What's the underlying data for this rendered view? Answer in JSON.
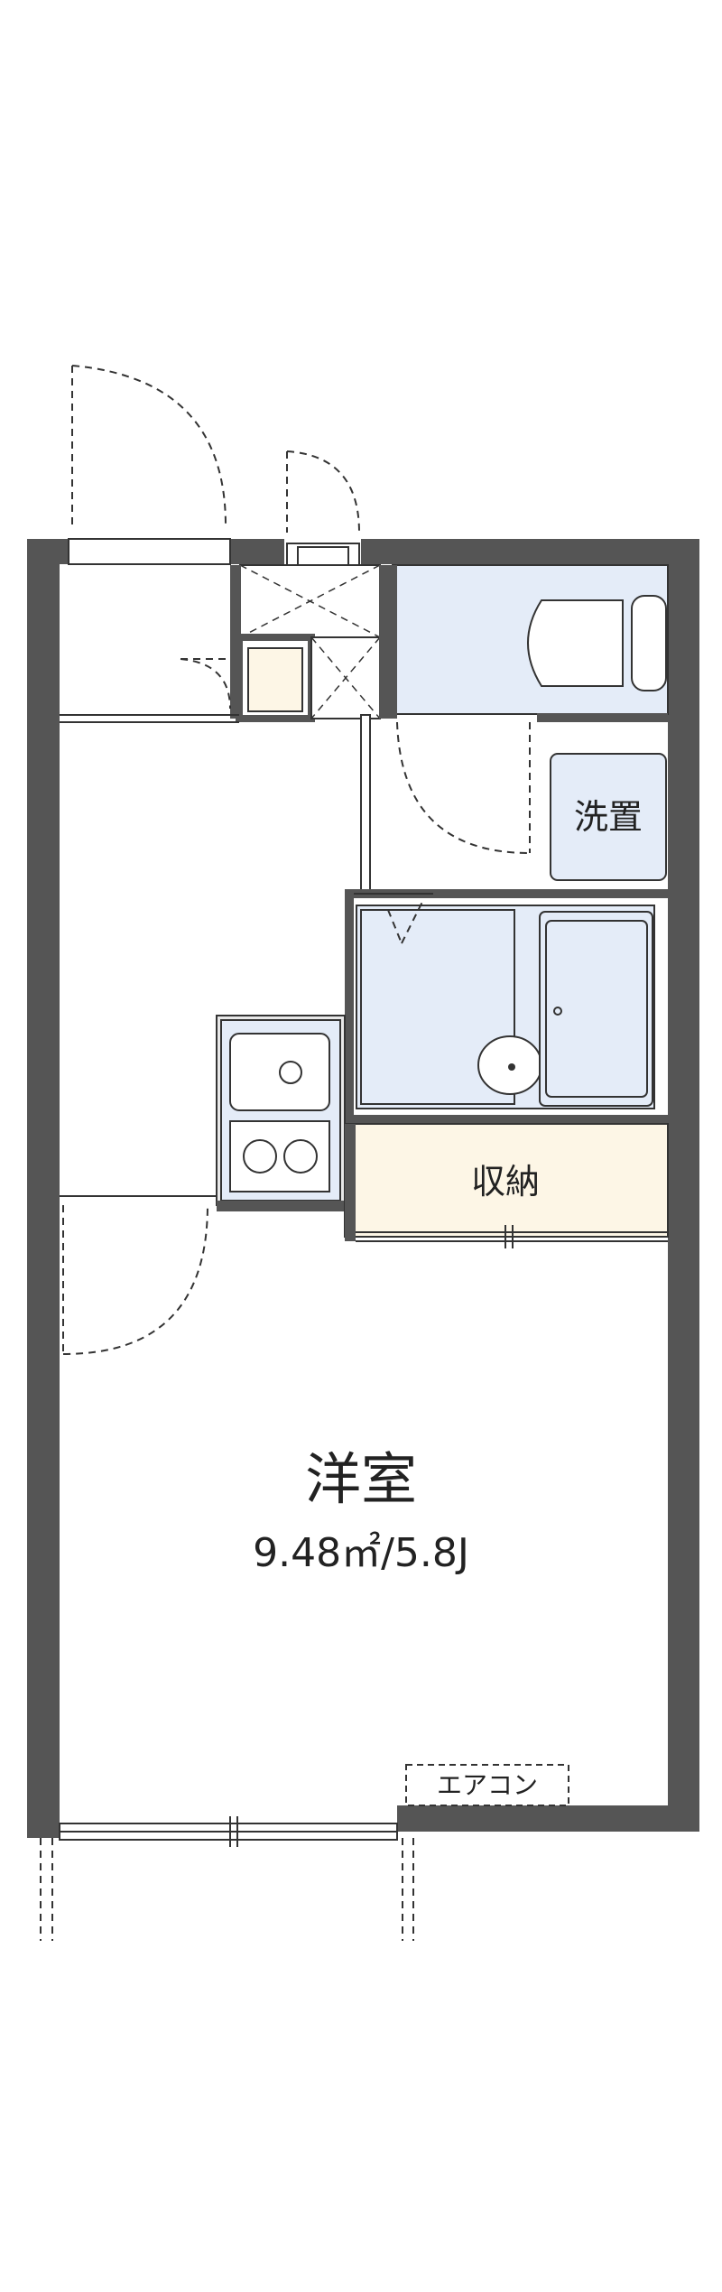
{
  "rooms": {
    "main_room": {
      "name": "洋室",
      "area": "9.48㎡/5.8J"
    },
    "washer": {
      "name": "洗置"
    },
    "storage": {
      "name": "収納"
    },
    "aircon": {
      "name": "エアコン"
    }
  },
  "colors": {
    "wall": "#555555",
    "wet_area": "#e4ecf8",
    "storage_fill": "#fdf6e6",
    "line": "#333333"
  }
}
